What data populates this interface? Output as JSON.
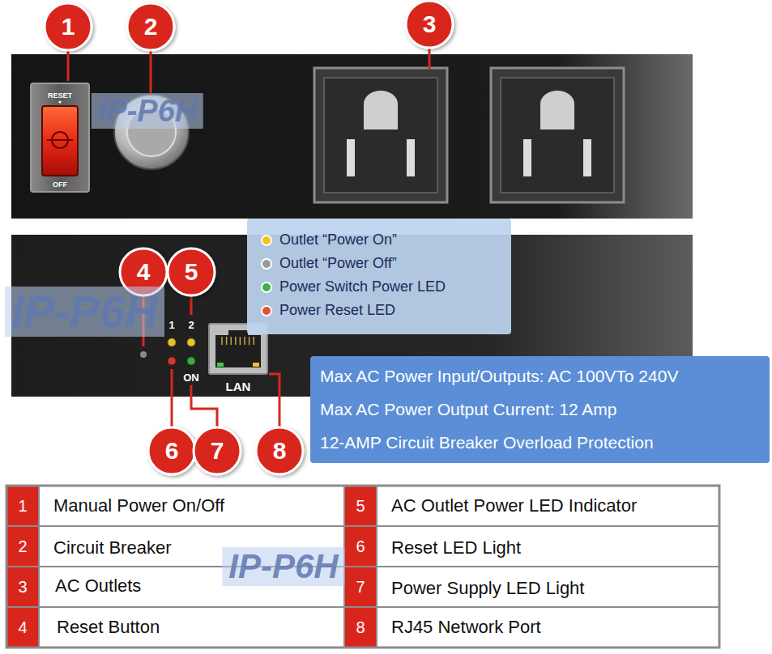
{
  "diagram": {
    "nodes": [
      {
        "text": [
          "Max AC Power Input/Outputs: AC 100VTo 240V",
          "Max AC Power Output Current: 12 Amp",
          "12-AMP Circuit Breaker Overload Protection"
        ]
      }
    ],
    "labels": [
      "1",
      "2",
      "3",
      "RESET",
      "OFF",
      "IP-P6H",
      "4",
      "5",
      "IP-P6H",
      "1",
      "2",
      "ON",
      "LAN",
      "6",
      "7",
      "8",
      "1",
      "Manual Power On/Off",
      "5",
      "AC Outlet Power LED Indicator",
      "2",
      "Circuit Breaker",
      "6",
      "Reset LED Light",
      "3",
      "AC Outlets",
      "7",
      "Power Supply LED Light",
      "4",
      "Reset Button",
      "8",
      "RJ45 Network Port",
      "IP-P6H"
    ],
    "legend": [
      {
        "text": "Outlet “Power On”",
        "color": "#f0c419"
      },
      {
        "text": "Outlet “Power Off”",
        "color": "#9a9a9a"
      },
      {
        "text": "Power Switch Power LED",
        "color": "#3cb043"
      },
      {
        "text": "Power Reset LED",
        "color": "#e0523a"
      }
    ]
  }
}
